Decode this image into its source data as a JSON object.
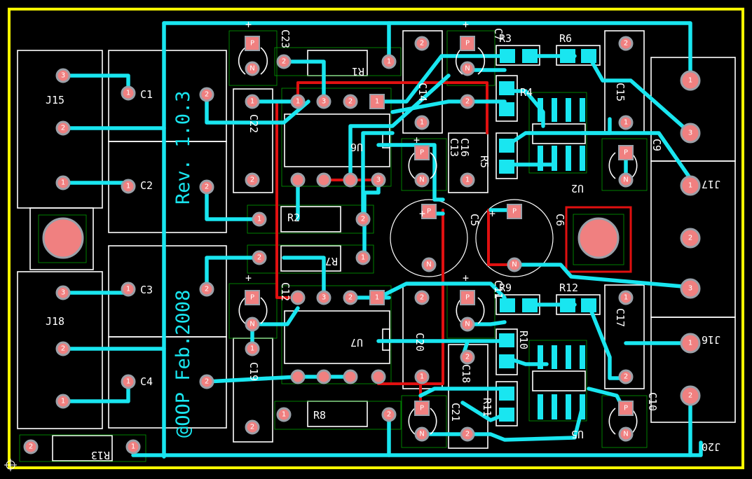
{
  "board": {
    "version_text": "Rev. 1.0.3",
    "date_text": "@OOP Feb.2008",
    "colors": {
      "background": "#000000",
      "edge": "#ffff00",
      "top_copper": "#19e6f0",
      "bottom_copper": "#e01010",
      "pad": "#f08080",
      "silkscreen": "#ffffff",
      "outline": "#00a000"
    }
  },
  "labels": {
    "J15": "J15",
    "J18": "J18",
    "J17": "J17",
    "J16": "J16",
    "J20": "J20",
    "C1": "C1",
    "C2": "C2",
    "C3": "C3",
    "C4": "C4",
    "C5": "C5",
    "C6": "C6",
    "C10": "C10",
    "C12": "C12",
    "C13": "C13",
    "C14": "C14",
    "C15": "C15",
    "C17": "C17",
    "C18": "C18",
    "C19": "C19",
    "C20": "C20",
    "C21": "C21",
    "C22": "C22",
    "C23": "C23",
    "R1": "R1",
    "R2": "R2",
    "R3": "R3",
    "R4": "R4",
    "R6": "R6",
    "R7": "R7",
    "R8": "R8",
    "R9": "R9",
    "R10": "R10",
    "R11": "R11",
    "R12": "R12",
    "R13": "R13",
    "U2": "U2",
    "U5": "U5",
    "U6": "U6",
    "U7": "U7",
    "C9": "C9",
    "C7": "C7",
    "R5": "R5",
    "C16": "C16",
    "C11": "C11"
  },
  "pad_text": {
    "one": "1",
    "two": "2",
    "three": "3",
    "p": "P",
    "n": "N",
    "plus": "+"
  }
}
